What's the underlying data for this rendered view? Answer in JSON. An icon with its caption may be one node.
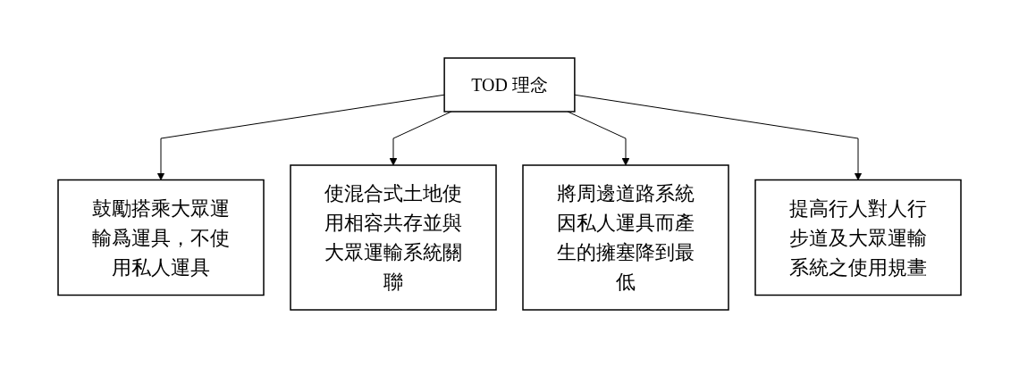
{
  "diagram": {
    "nodes": [
      {
        "text": [
          "TOD 理念"
        ]
      },
      {
        "text": [
          "鼓勵搭乘大眾運輸爲運具，不使用私人運具"
        ]
      },
      {
        "text": [
          "使混合式土地使用相容共存並與大眾運輸系統關聯"
        ]
      },
      {
        "text": [
          "將周邊道路系統因私人運具而產生的擁塞降到最低"
        ]
      },
      {
        "text": [
          "提高行人對人行步道及大眾運輸系統之使用規畫"
        ]
      }
    ],
    "edges": [
      {
        "from": 0,
        "to": 1,
        "arrow": "to"
      },
      {
        "from": 0,
        "to": 2,
        "arrow": "to"
      },
      {
        "from": 0,
        "to": 3,
        "arrow": "to"
      },
      {
        "from": 0,
        "to": 4,
        "arrow": "to"
      }
    ]
  }
}
